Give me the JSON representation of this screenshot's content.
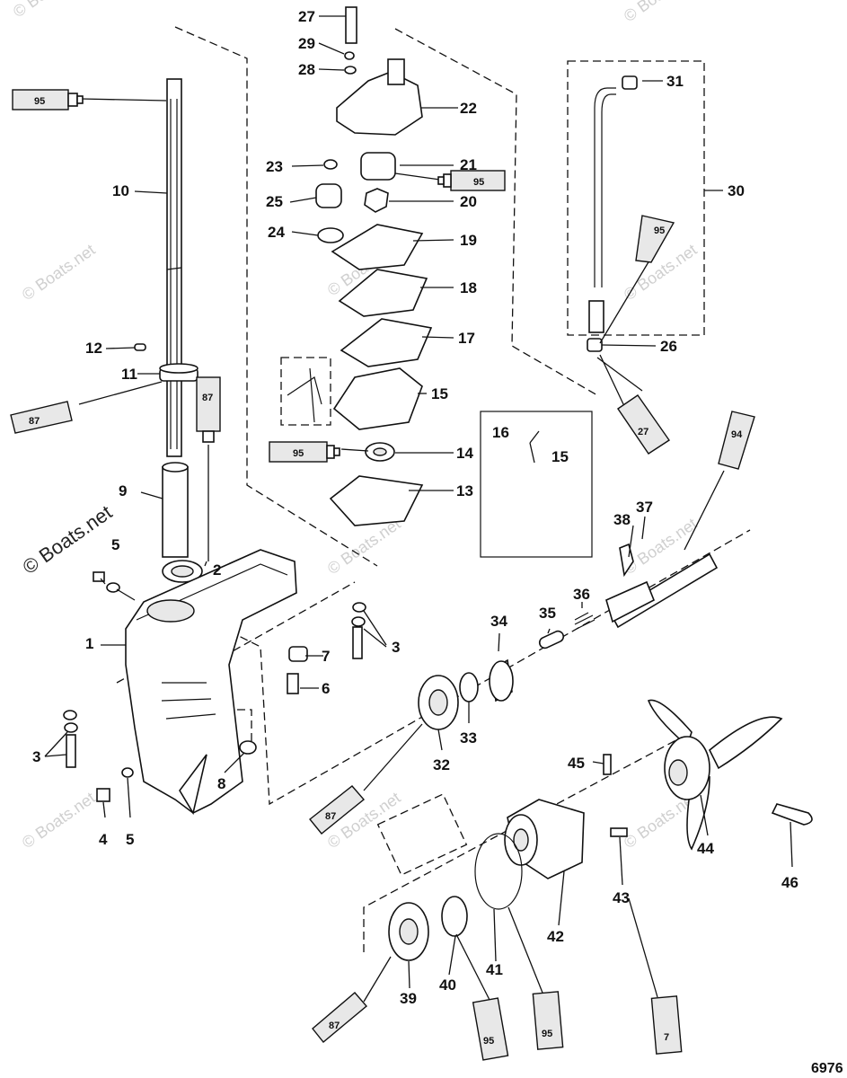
{
  "watermark": "© Boats.net",
  "logo": "© Boats.net",
  "figure_number": "6976",
  "labels": [
    "1",
    "2",
    "3",
    "3",
    "3",
    "4",
    "5",
    "5",
    "6",
    "7",
    "8",
    "9",
    "10",
    "11",
    "12",
    "13",
    "14",
    "15",
    "15",
    "16",
    "17",
    "18",
    "19",
    "20",
    "21",
    "22",
    "23",
    "24",
    "25",
    "26",
    "27",
    "28",
    "29",
    "30",
    "31",
    "32",
    "33",
    "34",
    "35",
    "36",
    "37",
    "38",
    "39",
    "40",
    "41",
    "42",
    "43",
    "44",
    "45",
    "46"
  ],
  "tubes": [
    "95",
    "95",
    "95",
    "95",
    "87",
    "87",
    "87",
    "87",
    "27",
    "94",
    "95",
    "95",
    "7"
  ]
}
